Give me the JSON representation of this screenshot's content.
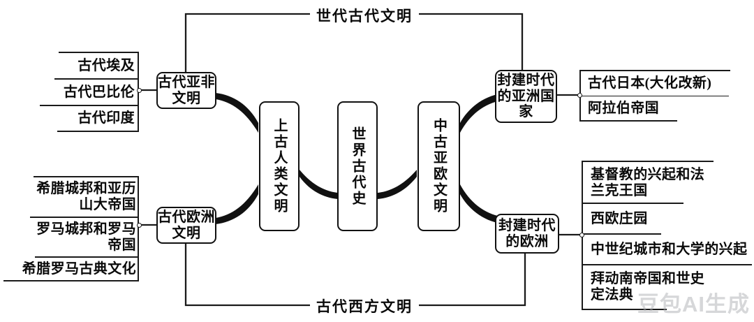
{
  "diagram": {
    "title_top": "世代古代文明",
    "title_bottom": "古代西方文明",
    "watermark": "豆包AI生成",
    "center_chain": [
      {
        "id": "ancient-human-civilization",
        "label": "上古人类文明"
      },
      {
        "id": "world-ancient-history",
        "label": "世界古代史"
      },
      {
        "id": "medieval-asia-europe",
        "label": "中古亚欧文明"
      }
    ],
    "branch_nodes": [
      {
        "id": "ancient-asia-africa",
        "label": "古代亚非文明"
      },
      {
        "id": "ancient-europe",
        "label": "古代欧洲文明"
      },
      {
        "id": "feudal-asian-states",
        "label": "封建时代的亚洲国家"
      },
      {
        "id": "feudal-europe",
        "label": "封建时代的欧洲"
      }
    ],
    "groups": {
      "ancient_asia_africa_items": [
        "古代埃及",
        "古代巴比伦",
        "古代印度"
      ],
      "ancient_europe_items": [
        "希腊城邦和亚历山大帝国",
        "罗马城邦和罗马帝国",
        "希腊罗马古典文化"
      ],
      "feudal_asia_items": [
        "古代日本(大化改新)",
        "阿拉伯帝国"
      ],
      "feudal_europe_items": [
        "基督教的兴起和法兰克王国",
        "西欧庄园",
        "中世纪城市和大学的兴起",
        "拜动南帝国和世史定法典"
      ]
    },
    "colors": {
      "ink": "#0a0a0a",
      "line": "#1a1a1a",
      "paper": "#ffffff",
      "watermark": "#aaacb0"
    }
  }
}
